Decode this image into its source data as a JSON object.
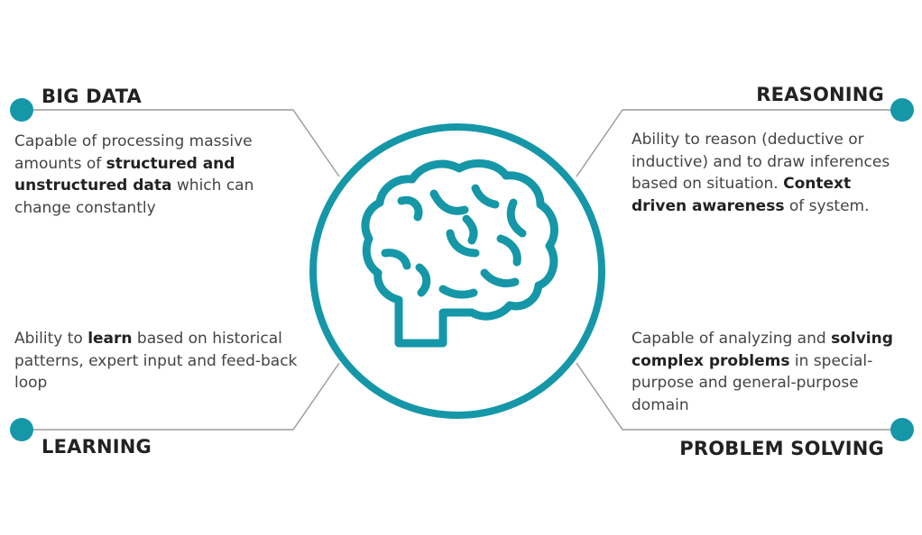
{
  "colors": {
    "accent": "#1597a8",
    "heading": "#222222",
    "text": "#444444",
    "connector": "#9a9a9a"
  },
  "center": {
    "icon": "brain-icon"
  },
  "sections": {
    "big_data": {
      "title": "BIG DATA",
      "desc": [
        {
          "t": "Capable of processing massive amounts of "
        },
        {
          "t": "structured and unstructured data",
          "b": true
        },
        {
          "t": " which can change constantly"
        }
      ]
    },
    "reasoning": {
      "title": "REASONING",
      "desc": [
        {
          "t": "Ability to reason (deductive or inductive) and to draw inferences based on situation. "
        },
        {
          "t": "Context driven awareness",
          "b": true
        },
        {
          "t": " of system."
        }
      ]
    },
    "learning": {
      "title": "LEARNING",
      "desc": [
        {
          "t": "Ability to "
        },
        {
          "t": "learn",
          "b": true
        },
        {
          "t": " based on historical patterns, expert input and feed-back loop"
        }
      ]
    },
    "problem_solving": {
      "title": "PROBLEM SOLVING",
      "desc": [
        {
          "t": "Capable of analyzing and "
        },
        {
          "t": "solving complex problems",
          "b": true
        },
        {
          "t": " in special-purpose and general-purpose domain"
        }
      ]
    }
  }
}
